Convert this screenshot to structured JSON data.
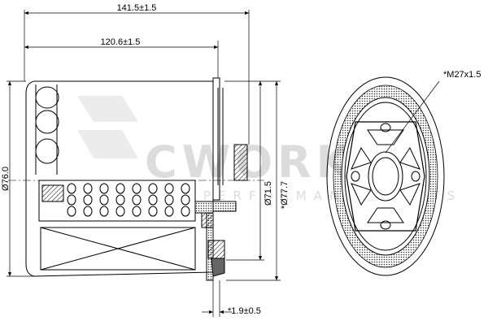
{
  "watermark": {
    "brand": "CWORKS",
    "tagline": "PERFORMANCE PARTS"
  },
  "dimensions": {
    "overall_length": "141.5±1.5",
    "body_length": "120.6±1.5",
    "body_diameter": "Ø76.0",
    "gasket_inner_diameter": "Ø71.5",
    "gasket_outer_diameter": "*Ø77.7",
    "thread": "*M27x1.5",
    "gasket_offset": "*1.9±0.5"
  },
  "colors": {
    "line": "#000000",
    "watermark": "#dcdcdc",
    "gasket_fill": "#666666"
  }
}
